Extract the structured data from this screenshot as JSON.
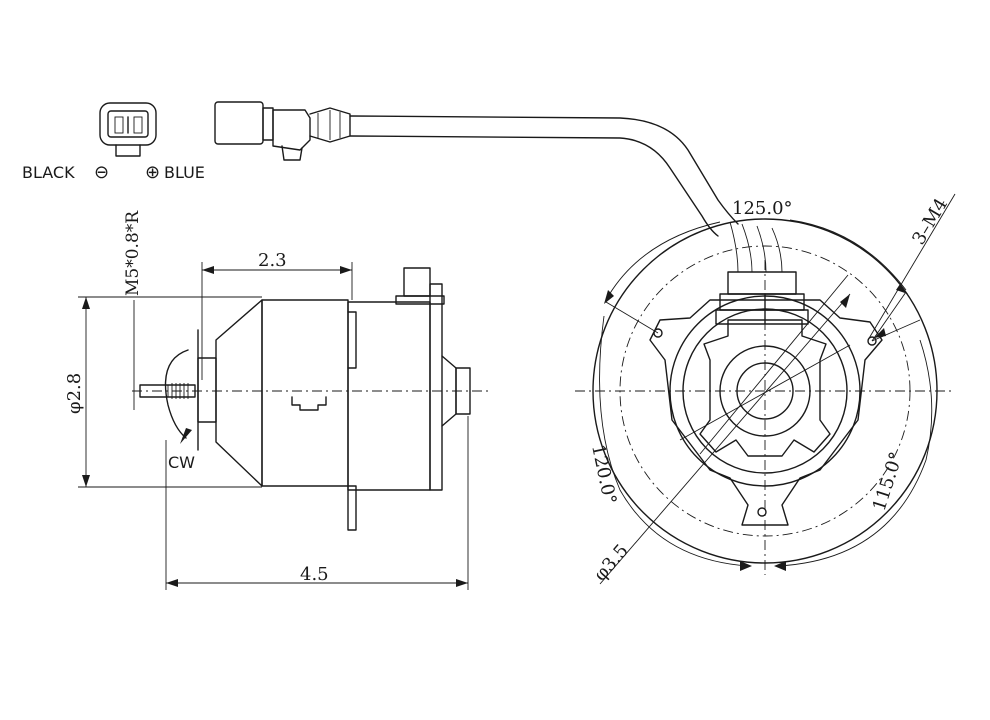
{
  "connector": {
    "black_label": "BLACK",
    "minus_symbol": "⊖",
    "plus_symbol": "⊕",
    "blue_label": "BLUE"
  },
  "side_view": {
    "thread_spec": "M5*0.8*R",
    "offset_dim": "2.3",
    "diameter_dim": "φ2.8",
    "length_dim": "4.5",
    "rotation_label": "CW"
  },
  "front_view": {
    "angle_top": "125.0°",
    "screw_spec": "3–M4",
    "angle_left": "120.0°",
    "angle_right": "115.0°",
    "bolt_circle": "φ3.5"
  }
}
